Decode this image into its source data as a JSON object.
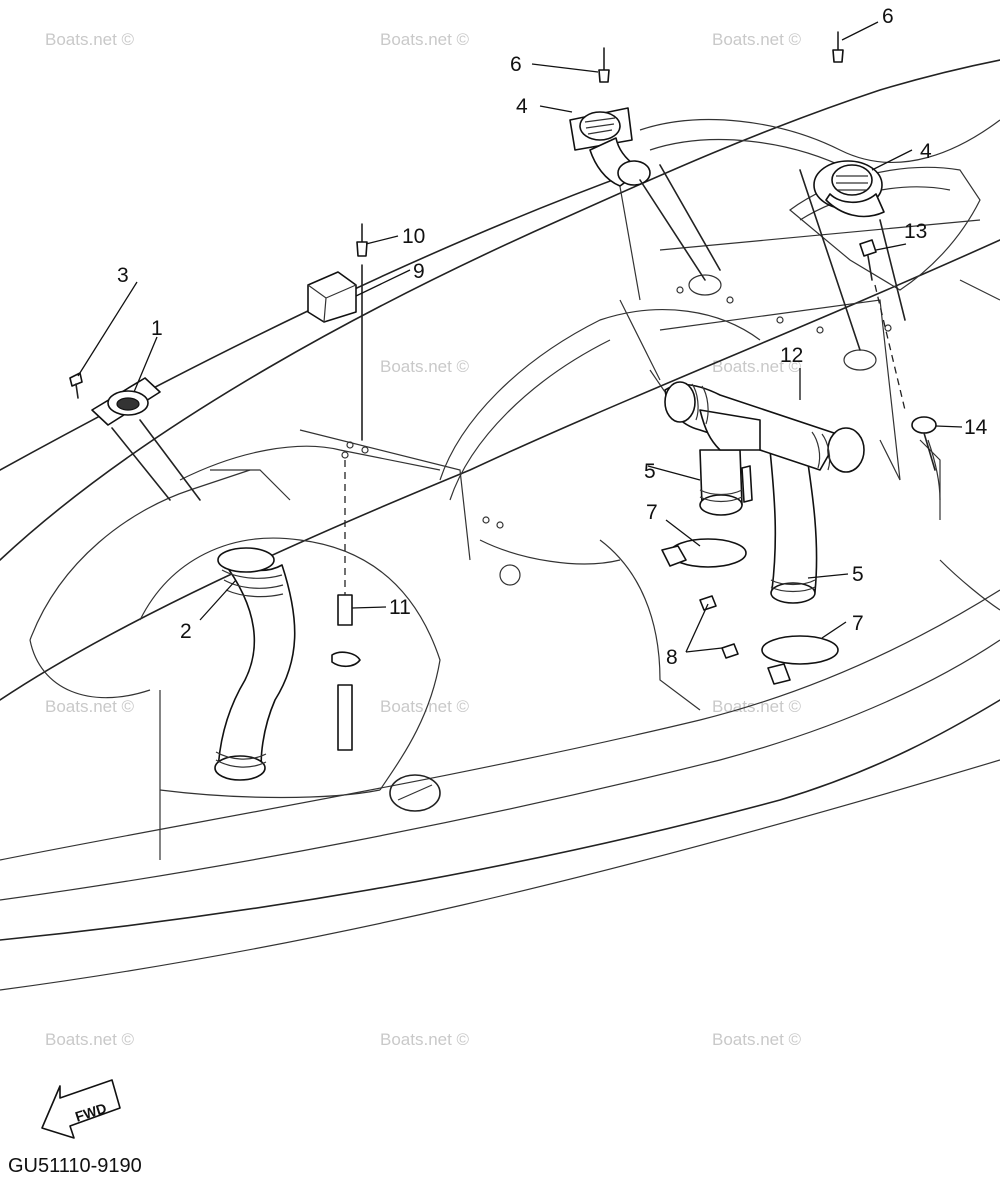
{
  "watermark": "Boats.net ©",
  "diagram_code": "GU51110-9190",
  "fwd_label": "FWD",
  "callouts": {
    "c1": "1",
    "c2": "2",
    "c3": "3",
    "c4a": "4",
    "c4b": "4",
    "c5a": "5",
    "c5b": "5",
    "c6a": "6",
    "c6b": "6",
    "c7a": "7",
    "c7b": "7",
    "c8": "8",
    "c9": "9",
    "c10": "10",
    "c11": "11",
    "c12": "12",
    "c13": "13",
    "c14": "14"
  },
  "colors": {
    "ink": "#111111",
    "watermark": "#c9c9c9",
    "paper": "#ffffff"
  }
}
